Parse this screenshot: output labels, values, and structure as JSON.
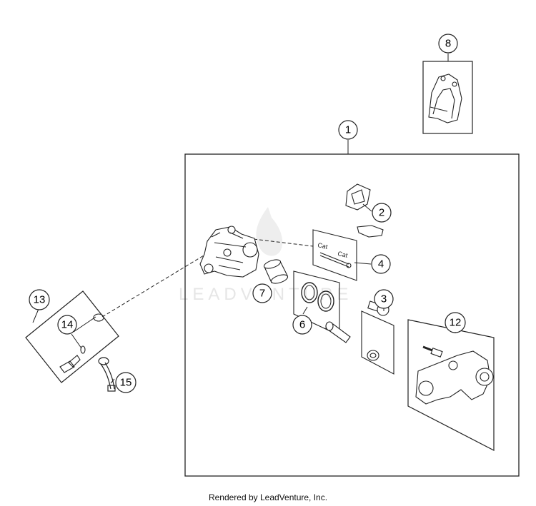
{
  "callouts": {
    "c1": "1",
    "c2": "2",
    "c3": "3",
    "c4": "4",
    "c6": "6",
    "c7": "7",
    "c8": "8",
    "c12": "12",
    "c13": "13",
    "c14": "14",
    "c15": "15"
  },
  "pad_labels": {
    "left": "Cat",
    "right": "Cat"
  },
  "watermark": "LEADVENTURE",
  "footer": "Rendered by LeadVenture, Inc.",
  "colors": {
    "line": "#222222",
    "watermark": "#e6e6e6"
  }
}
